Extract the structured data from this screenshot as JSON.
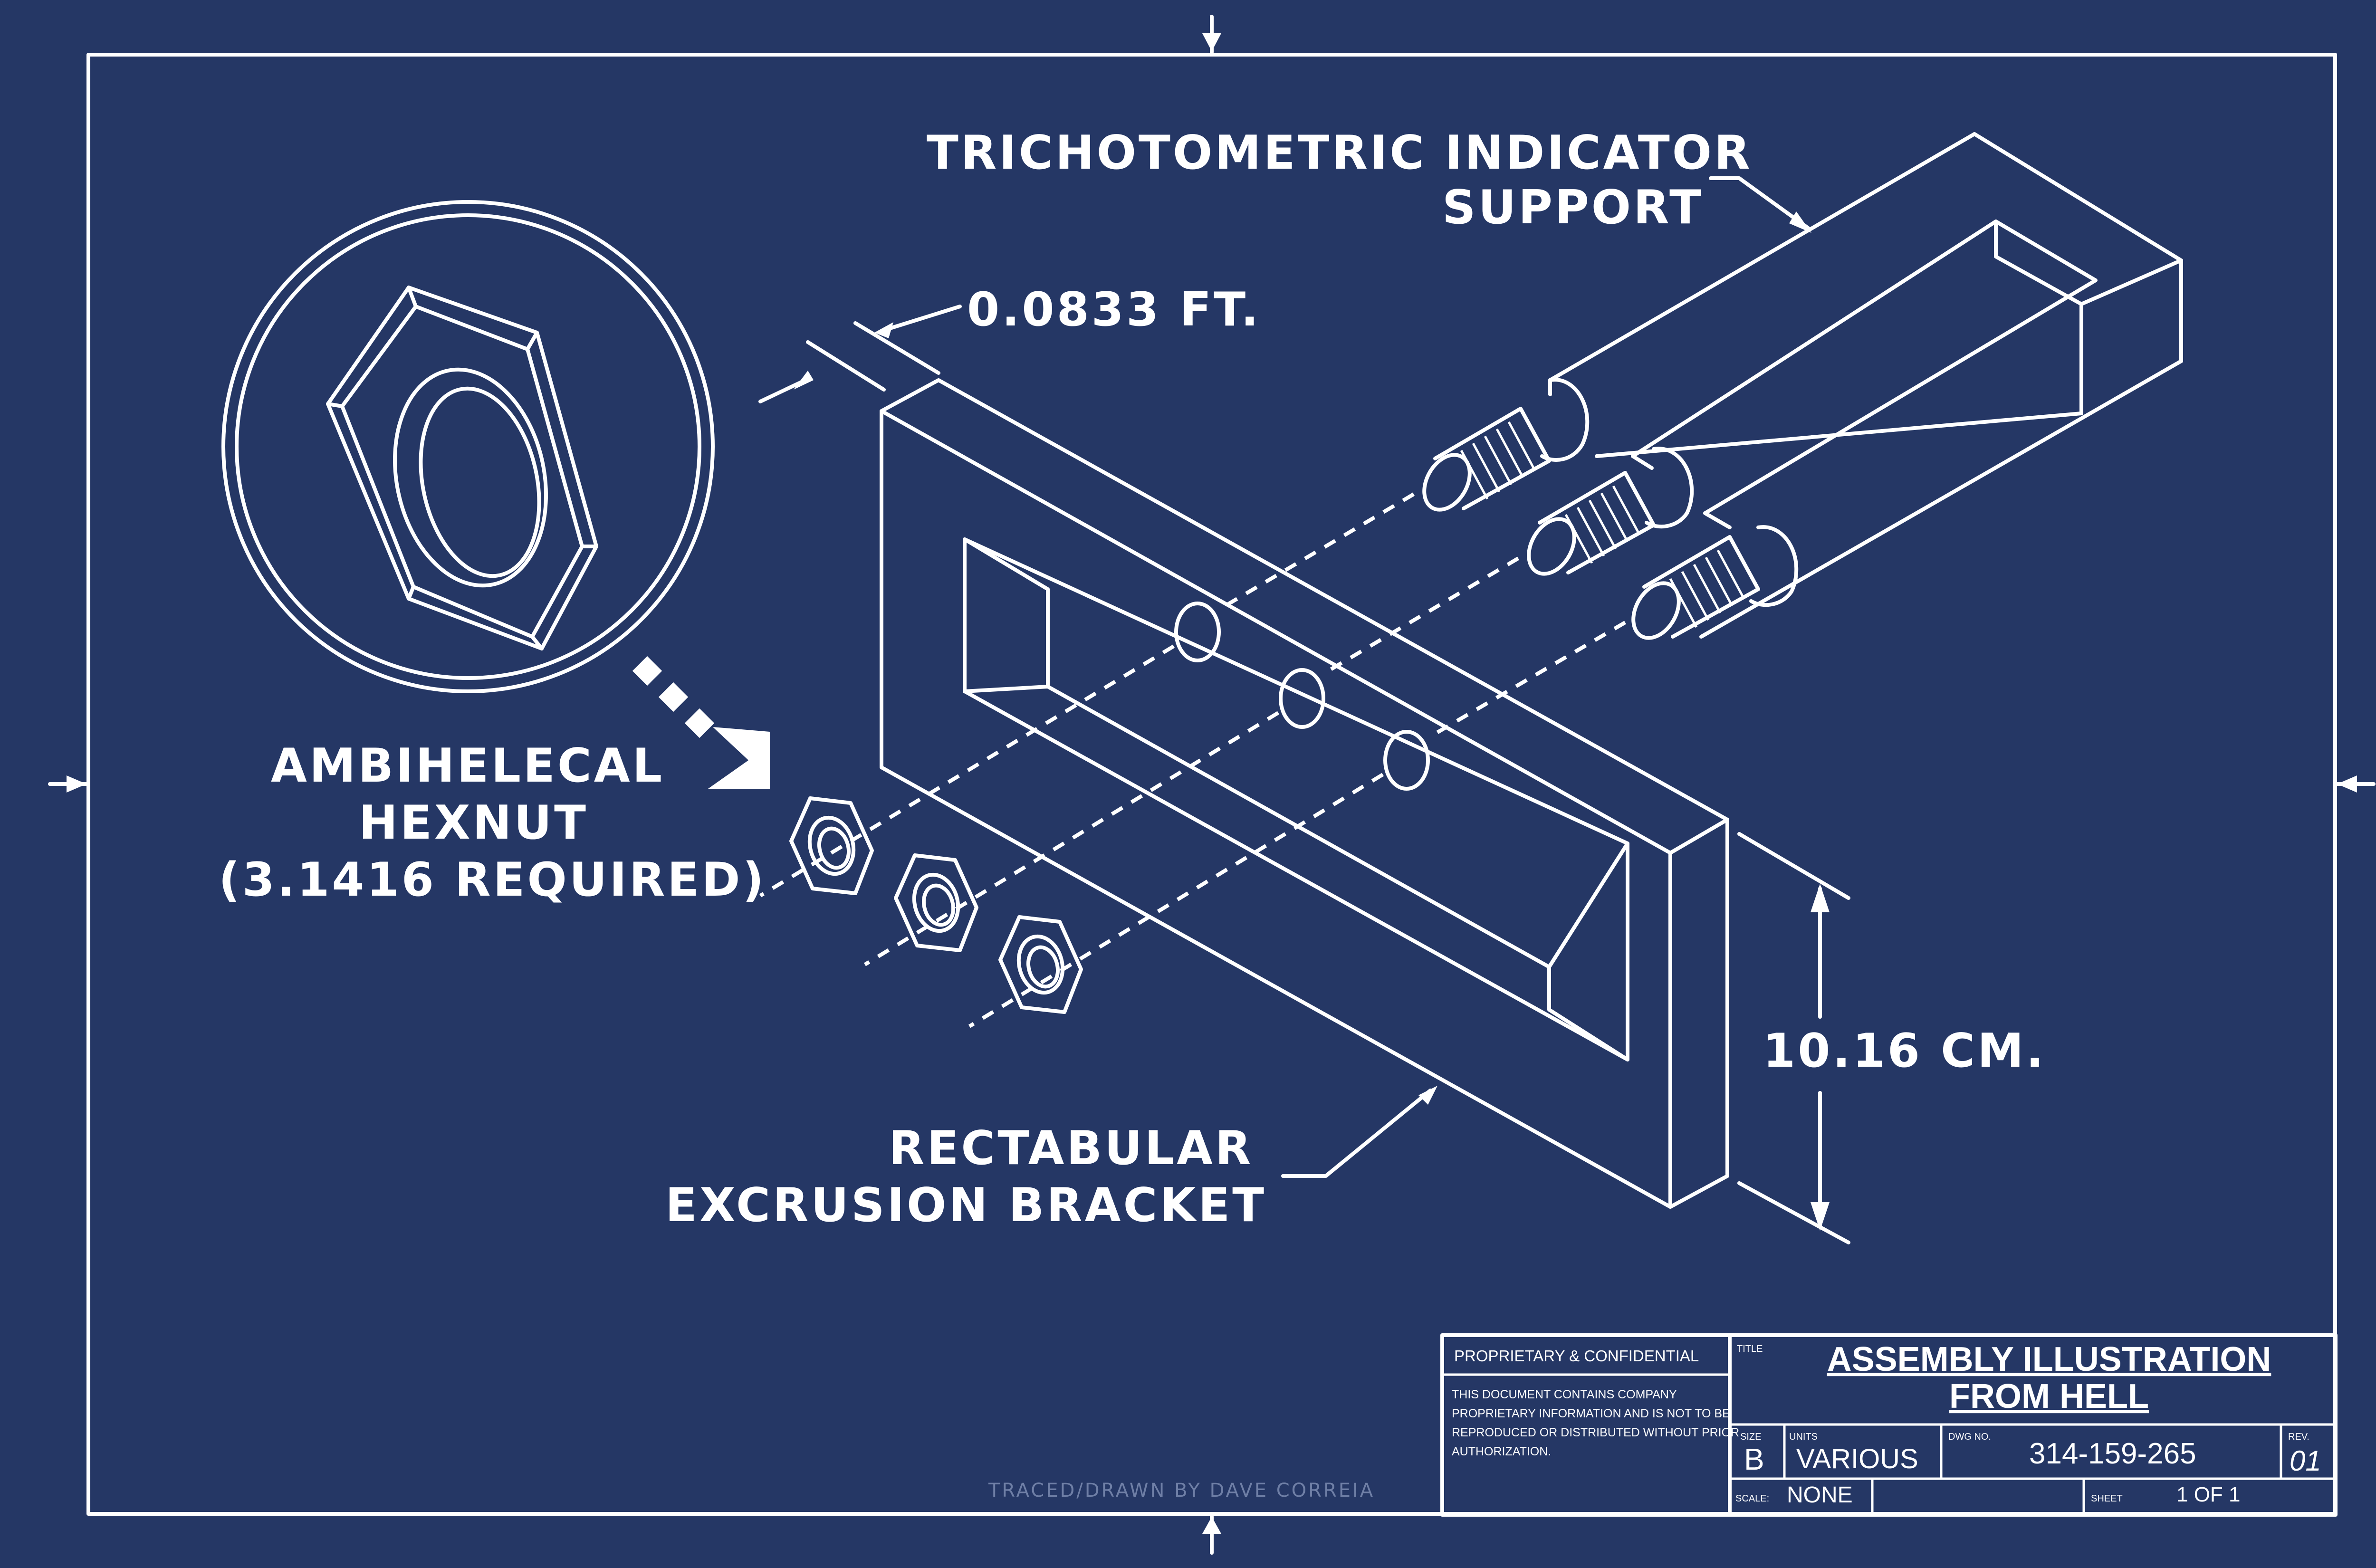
{
  "labels": {
    "support_line1": "TRICHOTOMETRIC INDICATOR",
    "support_line2": "SUPPORT",
    "thickness": "0.0833 FT.",
    "hexnut_line1": "AMBIHELECAL",
    "hexnut_line2": "HEXNUT",
    "hexnut_line3": "(3.1416 REQUIRED)",
    "height": "10.16 CM.",
    "bracket_line1": "RECTABULAR",
    "bracket_line2": "EXCRUSION BRACKET",
    "credit": "TRACED/DRAWN BY DAVE CORREIA"
  },
  "title_block": {
    "proprietary_heading": "PROPRIETARY & CONFIDENTIAL",
    "proprietary_line1": "THIS DOCUMENT CONTAINS COMPANY",
    "proprietary_line2": "PROPRIETARY INFORMATION AND IS NOT TO BE",
    "proprietary_line3": "REPRODUCED OR DISTRIBUTED WITHOUT PRIOR",
    "proprietary_line4": "AUTHORIZATION.",
    "title_caption": "TITLE",
    "title_line1": "ASSEMBLY ILLUSTRATION",
    "title_line2": "FROM HELL",
    "size_caption": "SIZE",
    "size_value": "B",
    "units_caption": "UNITS",
    "units_value": "VARIOUS",
    "dwg_caption": "DWG NO.",
    "dwg_value": "314-159-265",
    "rev_caption": "REV.",
    "rev_value": "01",
    "scale_caption": "SCALE:",
    "scale_value": "NONE",
    "sheet_caption": "SHEET",
    "sheet_value": "1 OF 1"
  },
  "colors": {
    "background": "#253765",
    "lines": "#ffffff",
    "credit": "#6f7fa6"
  }
}
